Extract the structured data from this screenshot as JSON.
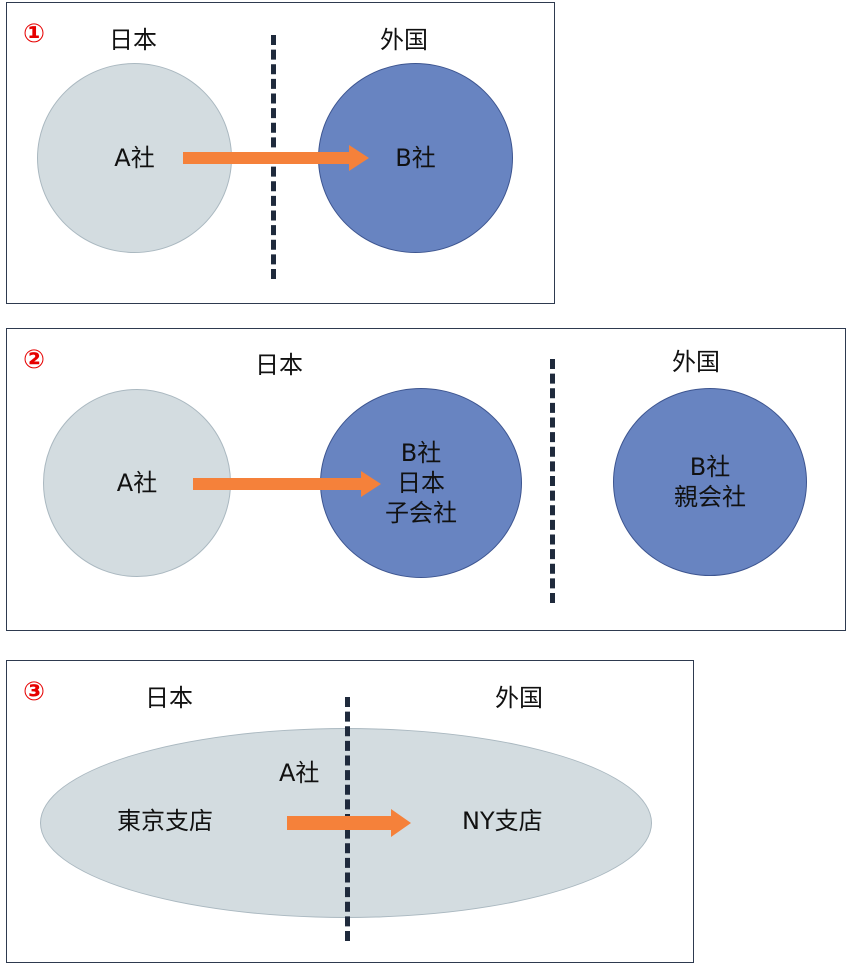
{
  "colors": {
    "accent_red": "#e60000",
    "grey_circle": "#d3dce0",
    "blue_circle": "#6884c1",
    "arrow": "#f5813a",
    "divider": "#1f2a3c"
  },
  "panel1": {
    "number": "①",
    "left_label": "日本",
    "right_label": "外国",
    "circle_a": "A社",
    "circle_b": "B社"
  },
  "panel2": {
    "number": "②",
    "left_label": "日本",
    "right_label": "外国",
    "circle_a": "A社",
    "circle_b_lines": [
      "B社",
      "日本",
      "子会社"
    ],
    "circle_parent_lines": [
      "B社",
      "親会社"
    ]
  },
  "panel3": {
    "number": "③",
    "left_label": "日本",
    "right_label": "外国",
    "company": "A社",
    "left_branch": "東京支店",
    "right_branch": "NY支店"
  }
}
